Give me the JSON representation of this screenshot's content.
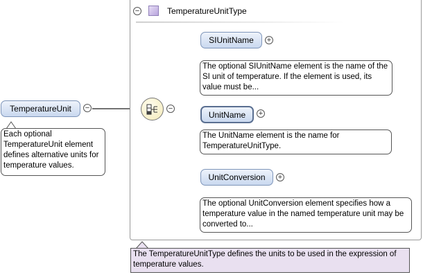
{
  "root_element": {
    "name": "TemperatureUnit",
    "note": "Each optional TemperatureUnit element defines alternative units for temperature values."
  },
  "type_def": {
    "name": "TemperatureUnitType",
    "note": "The TemperatureUnitType defines the units to be used in the expression of temperature values."
  },
  "children": [
    {
      "name": "SIUnitName",
      "note": "The optional SIUnitName element is the name of the SI unit of temperature. If the element is used, its value must be..."
    },
    {
      "name": "UnitName",
      "note": "The UnitName element is the name for TemperatureUnitType."
    },
    {
      "name": "UnitConversion",
      "note": "The optional UnitConversion element specifies how a temperature value in the named temperature unit may be converted to..."
    }
  ],
  "toggle_symbols": {
    "collapse": "−",
    "expand": "+"
  }
}
